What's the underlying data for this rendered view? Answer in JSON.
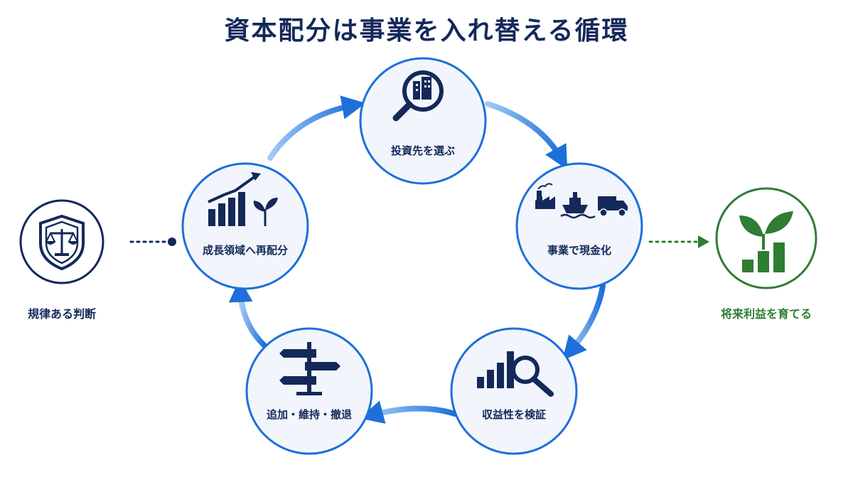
{
  "title": "資本配分は事業を入れ替える循環",
  "cycle": {
    "nodes": [
      {
        "label": "投資先を選ぶ",
        "icon": "building-search-icon"
      },
      {
        "label": "事業で現金化",
        "icon": "factory-ship-truck-icon"
      },
      {
        "label": "収益性を検証",
        "icon": "bar-chart-magnifier-icon"
      },
      {
        "label": "追加・維持・撤退",
        "icon": "signpost-icon"
      },
      {
        "label": "成長領域へ再配分",
        "icon": "growth-chart-sprout-icon"
      }
    ]
  },
  "left_side": {
    "label": "規律ある判断",
    "icon": "shield-scales-icon"
  },
  "right_side": {
    "label": "将来利益を育てる",
    "icon": "sprout-bars-icon"
  },
  "colors": {
    "navy": "#14285a",
    "blue": "#1e6fd9",
    "light_blue": "#8ec3f5",
    "circle_fill": "#f2f6fc",
    "green": "#2e7d32"
  }
}
